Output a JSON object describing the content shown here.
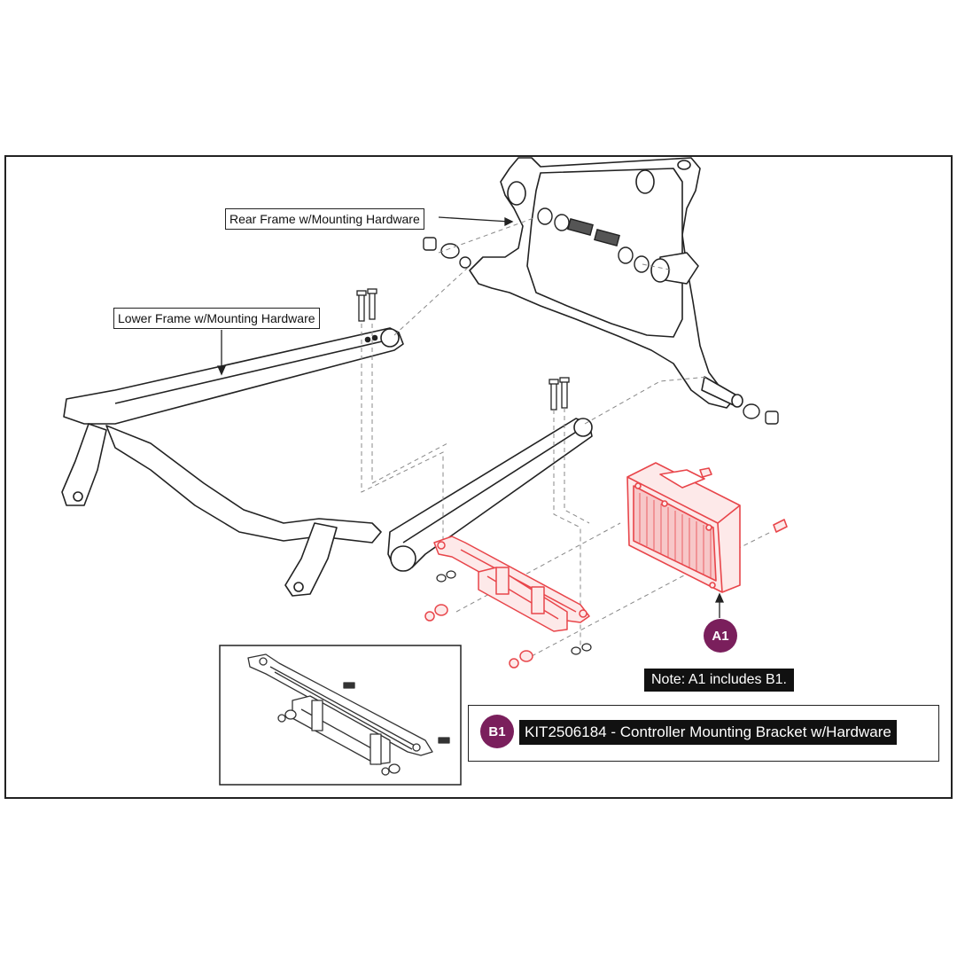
{
  "labels": {
    "rear_frame": "Rear Frame w/Mounting Hardware",
    "lower_frame": "Lower Frame w/Mounting Hardware"
  },
  "callouts": {
    "a1": "A1",
    "b1": "B1"
  },
  "note": "Note: A1 includes B1.",
  "kit": {
    "part_number_text": "KIT2506184 - Controller Mounting Bracket w/Hardware"
  },
  "colors": {
    "highlight": "#e8454a",
    "badge": "#7a1f5c",
    "line": "#222222"
  }
}
